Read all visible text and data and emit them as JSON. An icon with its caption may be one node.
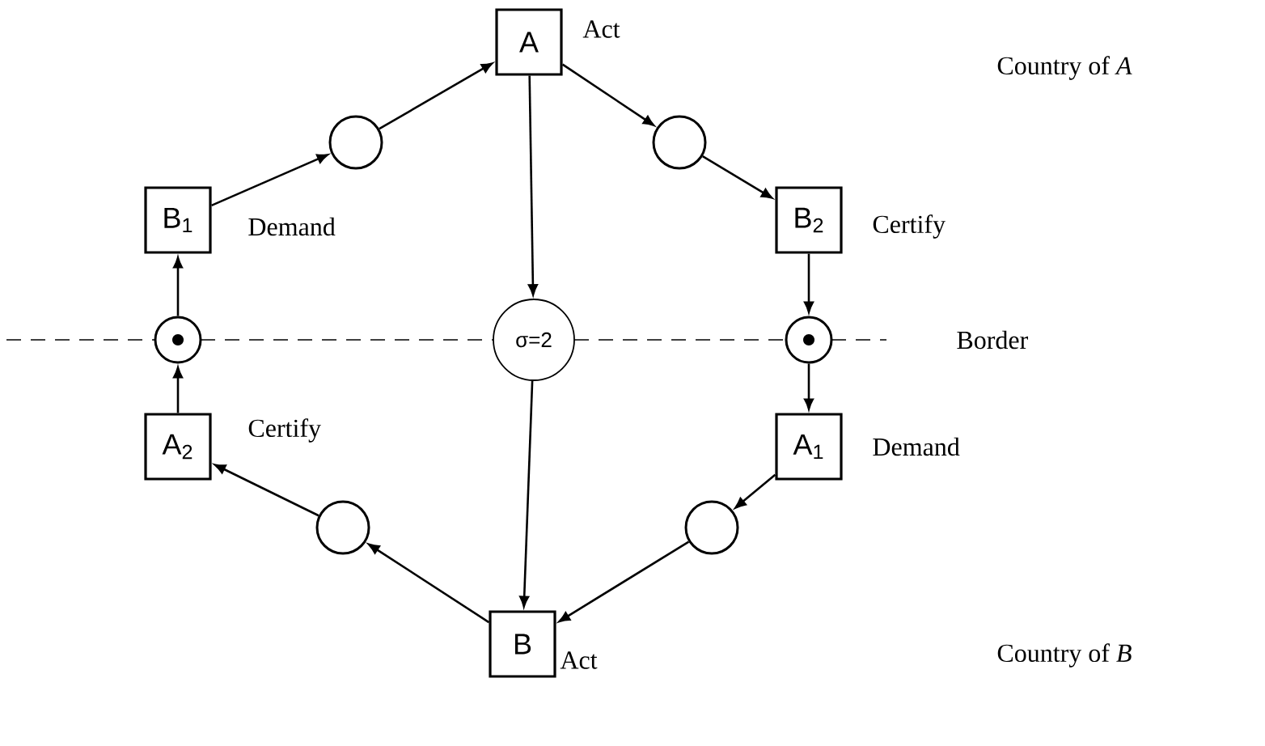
{
  "diagram": {
    "nodes": [
      {
        "text": [
          "A"
        ],
        "beside": [
          "Act"
        ]
      },
      {
        "text": [],
        "shape": "circle"
      },
      {
        "text": [
          "B$_{2}$"
        ],
        "beside": [
          "Certify"
        ]
      },
      {
        "text": [],
        "shape": "circle"
      },
      {
        "text": [
          "A$_{1}$"
        ],
        "beside": [
          "Demand"
        ]
      },
      {
        "text": [],
        "shape": "circle"
      },
      {
        "text": [
          "B"
        ],
        "beside": [
          "Act"
        ]
      },
      {
        "text": [],
        "shape": "circle"
      },
      {
        "text": [
          "A$_{2}$"
        ],
        "beside": [
          "Certify"
        ]
      },
      {
        "text": [],
        "shape": "circle"
      },
      {
        "text": [
          "B$_{1}$"
        ],
        "beside": [
          "Demand"
        ]
      },
      {
        "text": [],
        "shape": "circle"
      },
      {
        "text": [
          "σ=2"
        ]
      }
    ],
    "edges": [
      {
        "from": 10,
        "to": 11,
        "arrow": "to"
      },
      {
        "from": 11,
        "to": 0,
        "arrow": "to"
      },
      {
        "from": 0,
        "to": 1,
        "arrow": "to"
      },
      {
        "from": 1,
        "to": 2,
        "arrow": "to"
      },
      {
        "from": 2,
        "to": 3,
        "arrow": "to"
      },
      {
        "from": 3,
        "to": 4,
        "arrow": "to"
      },
      {
        "from": 4,
        "to": 5,
        "arrow": "to"
      },
      {
        "from": 5,
        "to": 6,
        "arrow": "to"
      },
      {
        "from": 6,
        "to": 7,
        "arrow": "to"
      },
      {
        "from": 7,
        "to": 8,
        "arrow": "to"
      },
      {
        "from": 8,
        "to": 9,
        "arrow": "to"
      },
      {
        "from": 9,
        "to": 10,
        "arrow": "to"
      },
      {
        "from": 0,
        "to": 12,
        "arrow": "to"
      },
      {
        "from": 12,
        "to": 6,
        "arrow": "to"
      }
    ],
    "labels": [
      "Country of *A*",
      "Border",
      "Country of *B*"
    ]
  }
}
